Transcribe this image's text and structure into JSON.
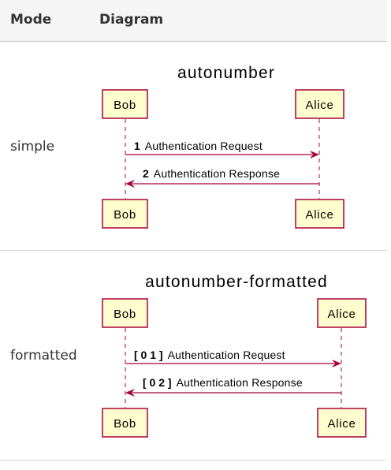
{
  "table": {
    "headers": [
      "Mode",
      "Diagram"
    ],
    "rows": [
      {
        "mode": "simple",
        "diagram": {
          "title": "autonumber",
          "participants": [
            "Bob",
            "Alice"
          ],
          "messages": [
            {
              "number": "1",
              "text": "Authentication Request"
            },
            {
              "number": "2",
              "text": "Authentication Response"
            }
          ]
        }
      },
      {
        "mode": "formatted",
        "diagram": {
          "title": "autonumber-formatted",
          "participants": [
            "Bob",
            "Alice"
          ],
          "messages": [
            {
              "number": "[ 0 1 ]",
              "text": "Authentication Request"
            },
            {
              "number": "[ 0 2 ]",
              "text": "Authentication Response"
            }
          ]
        }
      }
    ]
  },
  "colors": {
    "participant_fill": "#fefece",
    "participant_border": "#a80036",
    "arrow": "#a80036"
  }
}
